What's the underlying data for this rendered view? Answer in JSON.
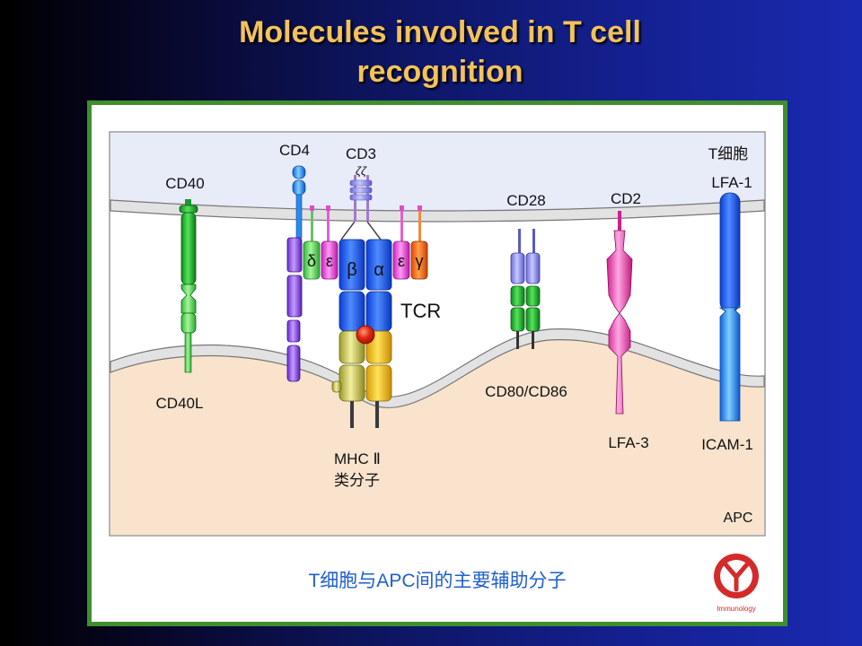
{
  "slide": {
    "title_line1": "Molecules involved in T  cell",
    "title_line2": "recognition"
  },
  "diagram": {
    "cell_labels": {
      "t_cell": "T细胞",
      "apc": "APC"
    },
    "molecules": {
      "cd40": "CD40",
      "cd40l": "CD40L",
      "cd4": "CD4",
      "cd3": "CD3",
      "zeta": "ζζ",
      "delta": "δ",
      "epsilon_left": "ε",
      "beta": "β",
      "alpha": "α",
      "epsilon_right": "ε",
      "gamma": "γ",
      "tcr": "TCR",
      "mhc_line1": "MHC  Ⅱ",
      "mhc_line2": "类分子",
      "cd28": "CD28",
      "cd80_cd86": "CD80/CD86",
      "cd2": "CD2",
      "lfa3": "LFA-3",
      "lfa1": "LFA-1",
      "icam1": "ICAM-1"
    },
    "caption": "T细胞与APC间的主要辅助分子",
    "logo_text": "Immunology",
    "colors": {
      "frame_border": "#3f8f2e",
      "t_cell_fill": "#e8ebf8",
      "apc_fill": "#f9e3cc",
      "title_color": "#f3c25a",
      "caption_color": "#1f5fd0",
      "logo_red": "#d42a2a"
    }
  }
}
